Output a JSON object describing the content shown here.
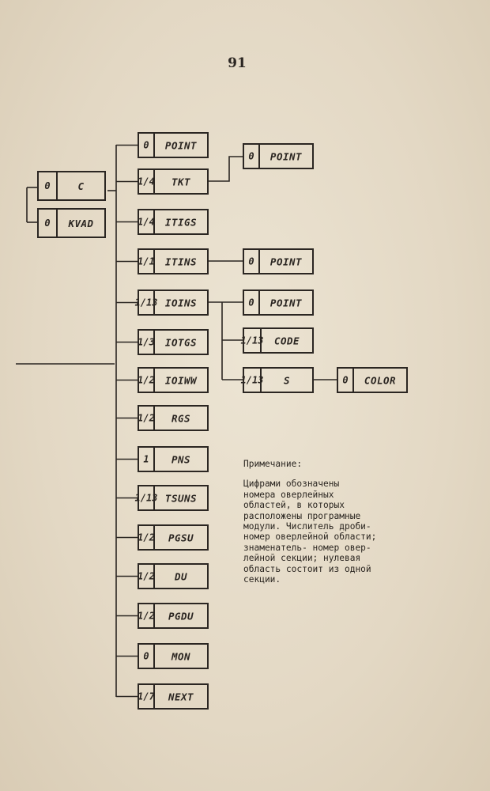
{
  "page_number": "91",
  "boxes": [
    {
      "id": "c",
      "number": "0",
      "label": "C"
    },
    {
      "id": "kvad",
      "number": "0",
      "label": "KVAD"
    },
    {
      "id": "point1",
      "number": "0",
      "label": "POINT"
    },
    {
      "id": "tkt",
      "number": "1/4",
      "label": "TKT"
    },
    {
      "id": "itigs",
      "number": "1/4",
      "label": "ITIGS"
    },
    {
      "id": "itins",
      "number": "1/1",
      "label": "ITINS"
    },
    {
      "id": "ioins",
      "number": "1/13",
      "label": "IOINS"
    },
    {
      "id": "iotgs",
      "number": "1/3",
      "label": "IOTGS"
    },
    {
      "id": "ioiww",
      "number": "1/2",
      "label": "IOIWW"
    },
    {
      "id": "rgs",
      "number": "1/2",
      "label": "RGS"
    },
    {
      "id": "pns",
      "number": "1",
      "label": "PNS"
    },
    {
      "id": "tsuns",
      "number": "1/13",
      "label": "TSUNS"
    },
    {
      "id": "pgsu",
      "number": "1/2",
      "label": "PGSU"
    },
    {
      "id": "du",
      "number": "1/2",
      "label": "DU"
    },
    {
      "id": "pgdu",
      "number": "1/2",
      "label": "PGDU"
    },
    {
      "id": "mon",
      "number": "0",
      "label": "MON"
    },
    {
      "id": "next",
      "number": "1/7",
      "label": "NEXT"
    },
    {
      "id": "point2",
      "number": "0",
      "label": "POINT"
    },
    {
      "id": "point3",
      "number": "0",
      "label": "POINT"
    },
    {
      "id": "point4",
      "number": "0",
      "label": "POINT"
    },
    {
      "id": "code",
      "number": "1/13",
      "label": "CODE"
    },
    {
      "id": "s",
      "number": "1/13",
      "label": "S"
    },
    {
      "id": "color",
      "number": "0",
      "label": "COLOR"
    }
  ],
  "note": {
    "title": "Примечание:",
    "text": "Цифрами обозначены\nномера оверлейных\nобластей, в которых\nрасположены програмные\nмодули. Числитель дроби-\nномер оверлейной области;\nзнаменатель- номер овер-\nлейной секции; нулевая\nобласть состоит из одной\nсекции."
  }
}
